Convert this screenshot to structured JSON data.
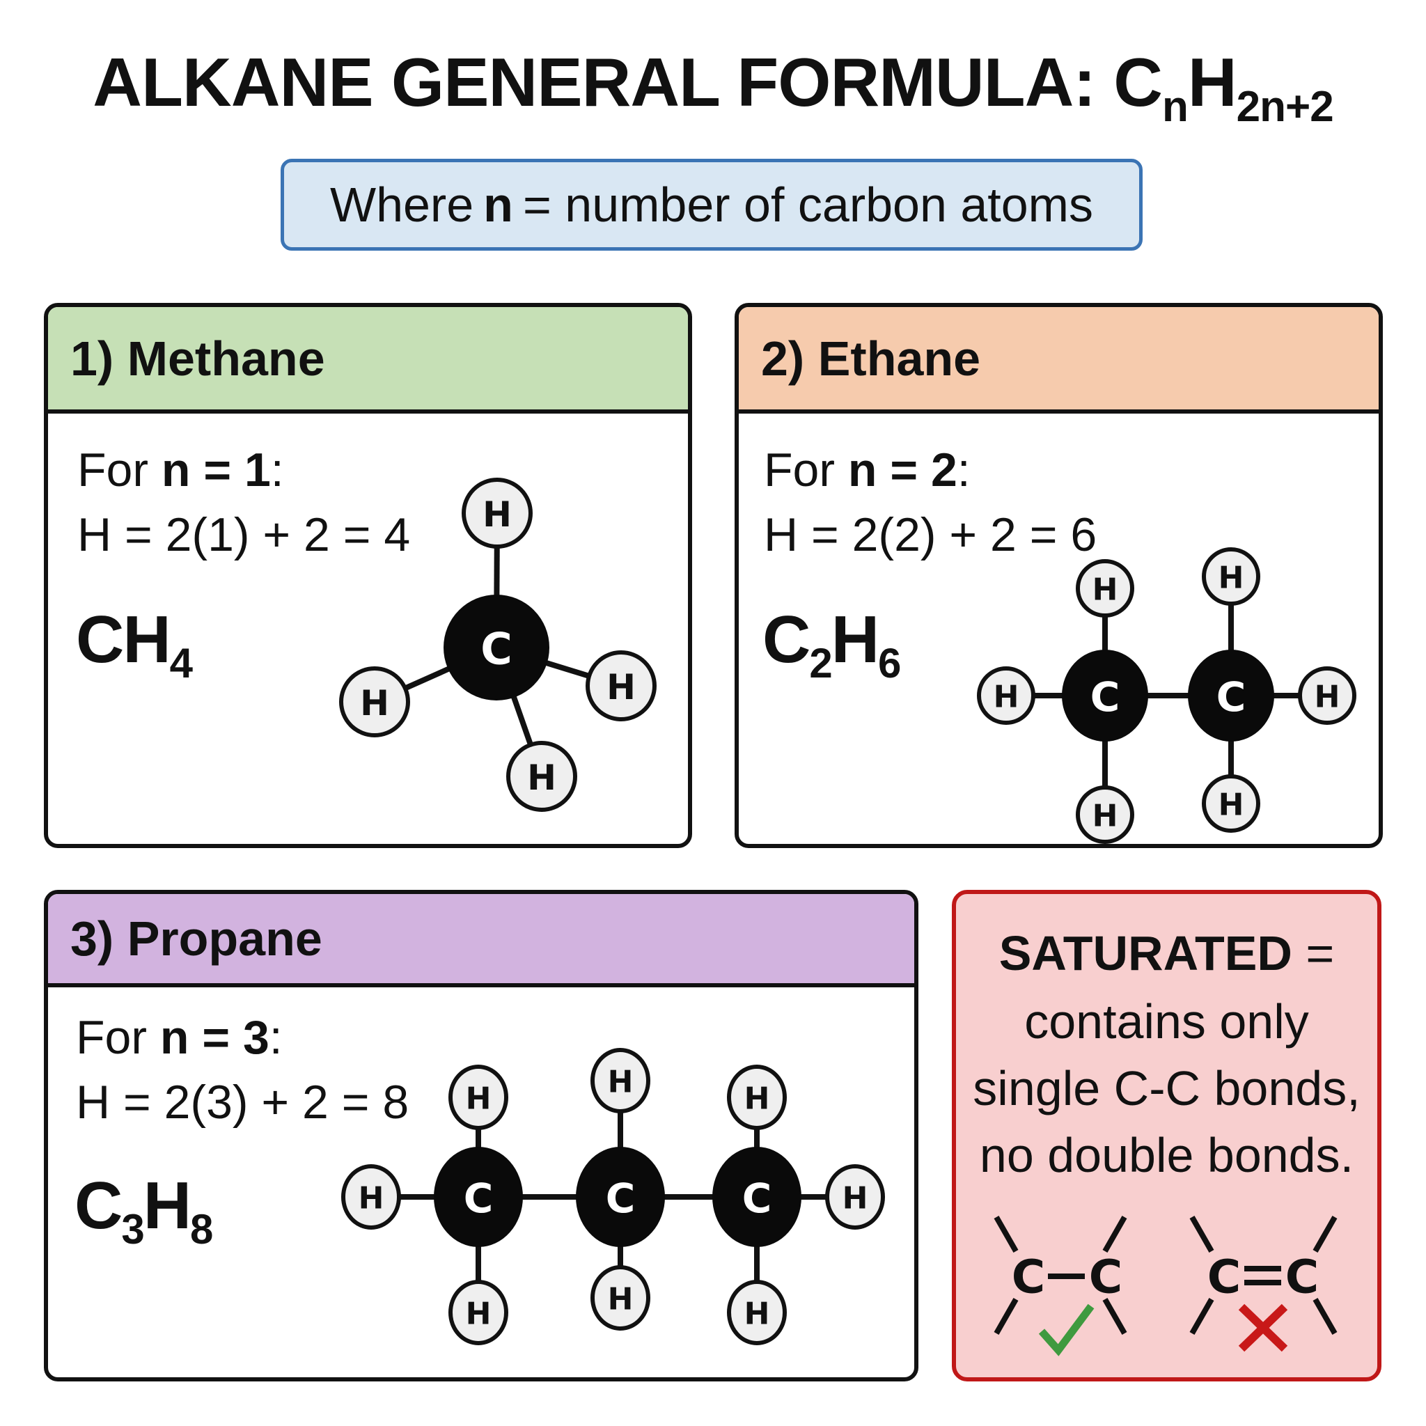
{
  "title": {
    "prefix": "ALKANE GENERAL FORMULA: ",
    "c_symbol": "C",
    "c_subscript": "n",
    "h_symbol": "H",
    "h_subscript": "2n+2"
  },
  "definition": {
    "prefix": "Where",
    "variable": "n",
    "suffix": "= number of carbon atoms"
  },
  "cards": [
    {
      "header": "1) Methane",
      "header_color": "#c6e0b6",
      "for_prefix": "For",
      "for_bold": "n = 1",
      "for_suffix": ":",
      "equation": "H = 2(1) + 2 = 4",
      "formula_parts": [
        {
          "symbol": "C",
          "sub": ""
        },
        {
          "symbol": "H",
          "sub": "4"
        }
      ],
      "molecule": "CH4"
    },
    {
      "header": "2) Ethane",
      "header_color": "#f6cbad",
      "for_prefix": "For",
      "for_bold": "n = 2",
      "for_suffix": ":",
      "equation": "H = 2(2) + 2 = 6",
      "formula_parts": [
        {
          "symbol": "C",
          "sub": "2"
        },
        {
          "symbol": "H",
          "sub": "6"
        }
      ],
      "molecule": "C2H6"
    },
    {
      "header": "3) Propane",
      "header_color": "#d2b3df",
      "for_prefix": "For",
      "for_bold": "n = 3",
      "for_suffix": ":",
      "equation": "H = 2(3) + 2 = 8",
      "formula_parts": [
        {
          "symbol": "C",
          "sub": "3"
        },
        {
          "symbol": "H",
          "sub": "8"
        }
      ],
      "molecule": "C3H8"
    }
  ],
  "saturated": {
    "heading_bold": "SATURATED",
    "heading_suffix": " =",
    "lines": [
      "contains only",
      "single C-C bonds,",
      "no double bonds."
    ],
    "examples": [
      {
        "label_left": "C",
        "bond": "single",
        "label_right": "C",
        "verdict": "check",
        "verdict_color": "#3f9a3f"
      },
      {
        "label_left": "C",
        "bond": "double",
        "label_right": "C",
        "verdict": "cross",
        "verdict_color": "#c81818"
      }
    ]
  },
  "atoms": {
    "carbon_label": "C",
    "hydrogen_label": "H"
  },
  "colors": {
    "definition_border": "#3b74b4",
    "definition_fill": "#d9e7f3",
    "saturated_border": "#c01818",
    "saturated_fill": "#f8cfcf"
  }
}
